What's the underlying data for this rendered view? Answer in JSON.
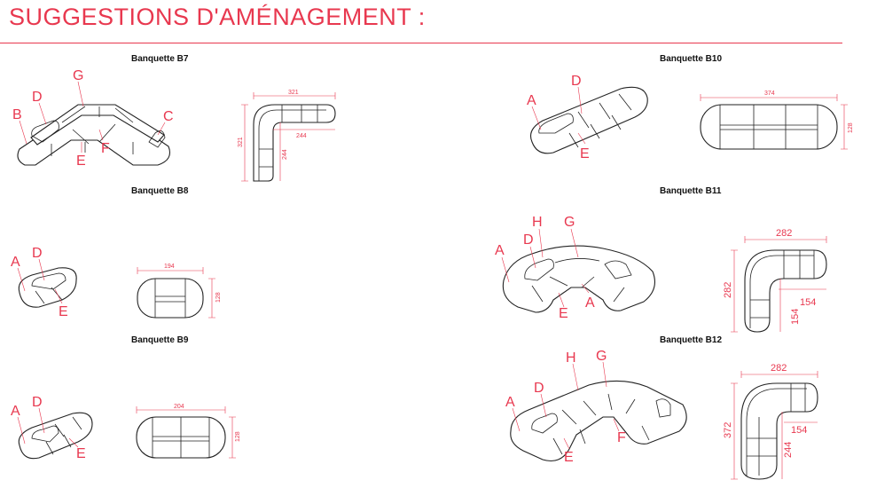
{
  "header": {
    "title": "SUGGESTIONS D'AMÉNAGEMENT :"
  },
  "colors": {
    "accent": "#e8384f",
    "line": "#222222"
  },
  "configurations": [
    {
      "title": "Banquette  B7",
      "labels": [
        "G",
        "D",
        "B",
        "C",
        "E",
        "F"
      ],
      "dimensions": [
        "321",
        "321",
        "244",
        "244"
      ]
    },
    {
      "title": "Banquette B8",
      "labels": [
        "A",
        "D",
        "E"
      ],
      "dimensions": [
        "194",
        "128"
      ]
    },
    {
      "title": "Banquette B9",
      "labels": [
        "A",
        "D",
        "E"
      ],
      "dimensions": [
        "204",
        "128"
      ]
    },
    {
      "title": "Banquette B10",
      "labels": [
        "D",
        "A",
        "E"
      ],
      "dimensions": [
        "374",
        "128"
      ]
    },
    {
      "title": "Banquette B11",
      "labels": [
        "H",
        "G",
        "D",
        "A",
        "E",
        "A"
      ],
      "dimensions": [
        "282",
        "282",
        "154",
        "154"
      ]
    },
    {
      "title": "Banquette B12",
      "labels": [
        "H",
        "G",
        "D",
        "A",
        "F",
        "E"
      ],
      "dimensions": [
        "282",
        "372",
        "154",
        "244"
      ]
    }
  ]
}
